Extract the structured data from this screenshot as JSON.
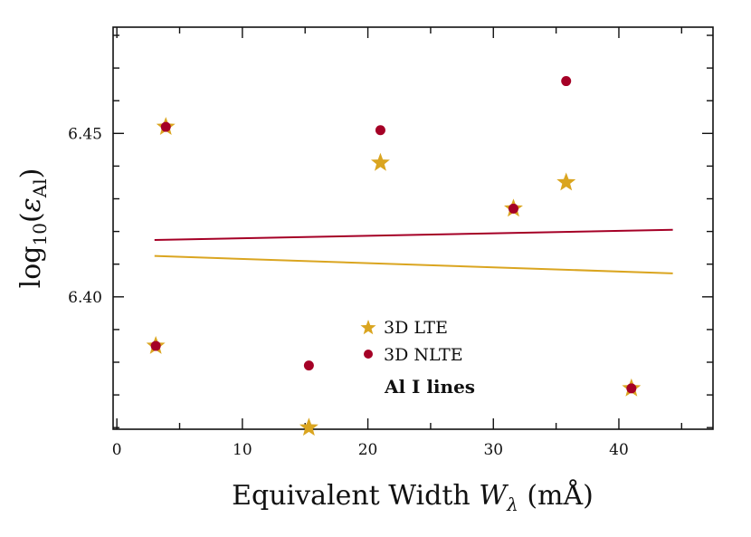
{
  "chart_data": {
    "type": "scatter",
    "xlabel": "Equivalent Width W_λ (mÅ)",
    "ylabel": "log10(εAl)",
    "xlim": [
      -0.3,
      47.5
    ],
    "ylim": [
      6.3595,
      6.4825
    ],
    "x_ticks": [
      0,
      10,
      20,
      30,
      40
    ],
    "y_ticks": [
      6.4,
      6.45
    ],
    "x_tick_labels": [
      "0",
      "10",
      "20",
      "30",
      "40"
    ],
    "y_tick_labels": [
      "6.40",
      "6.45"
    ],
    "grid": false,
    "legend_position": "center",
    "annotation": "Al I lines",
    "series": [
      {
        "name": "3D LTE",
        "marker": "star",
        "color": "#DAA520",
        "points": [
          {
            "x": 3.9,
            "y": 6.452
          },
          {
            "x": 21.0,
            "y": 6.441
          },
          {
            "x": 31.6,
            "y": 6.427
          },
          {
            "x": 35.8,
            "y": 6.435
          },
          {
            "x": 3.1,
            "y": 6.385
          },
          {
            "x": 15.3,
            "y": 6.36
          },
          {
            "x": 41.0,
            "y": 6.372
          }
        ],
        "fit": {
          "x": [
            3.0,
            44.3
          ],
          "y": [
            6.4125,
            6.4072
          ]
        }
      },
      {
        "name": "3D NLTE",
        "marker": "circle",
        "color": "#A50026",
        "points": [
          {
            "x": 3.9,
            "y": 6.452
          },
          {
            "x": 21.0,
            "y": 6.451
          },
          {
            "x": 31.6,
            "y": 6.427
          },
          {
            "x": 35.8,
            "y": 6.466
          },
          {
            "x": 3.1,
            "y": 6.385
          },
          {
            "x": 15.3,
            "y": 6.379
          },
          {
            "x": 41.0,
            "y": 6.372
          }
        ],
        "fit": {
          "x": [
            3.0,
            44.3
          ],
          "y": [
            6.4174,
            6.4205
          ]
        }
      }
    ]
  }
}
